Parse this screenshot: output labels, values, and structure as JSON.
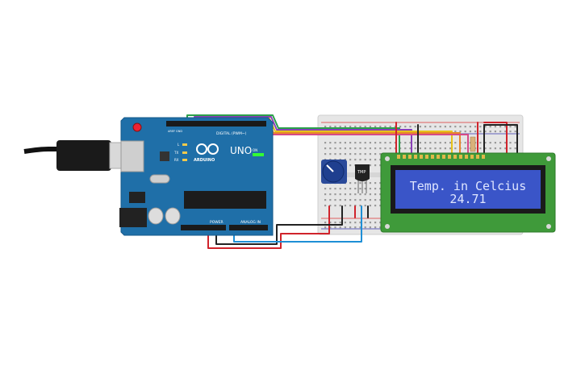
{
  "arduino": {
    "model_label": "UNO",
    "brand_label": "ARDUINO",
    "digital_header_label": "DIGITAL (PWM~)",
    "power_header_label": "POWER",
    "analog_header_label": "ANALOG IN",
    "aref_label": "AREF",
    "gnd_label": "GND",
    "l_led_label": "L",
    "tx_label": "TX",
    "rx_label": "RX",
    "on_label": "ON",
    "board_color": "#1f6fa8"
  },
  "temp_sensor": {
    "label": "TMP"
  },
  "lcd": {
    "line1": "Temp. in Celcius",
    "line2": "24.71",
    "pcb_color": "#3f9a3a",
    "screen_color": "#3a55c8",
    "text_color": "#dfe6ff"
  },
  "wires": {
    "red": "#d0232b",
    "black": "#222222",
    "blue": "#1e8fd6",
    "green": "#2aa04a",
    "yellow": "#e7c21a",
    "orange": "#e8872a",
    "purple": "#8a3fb8",
    "pink": "#d64a86"
  }
}
